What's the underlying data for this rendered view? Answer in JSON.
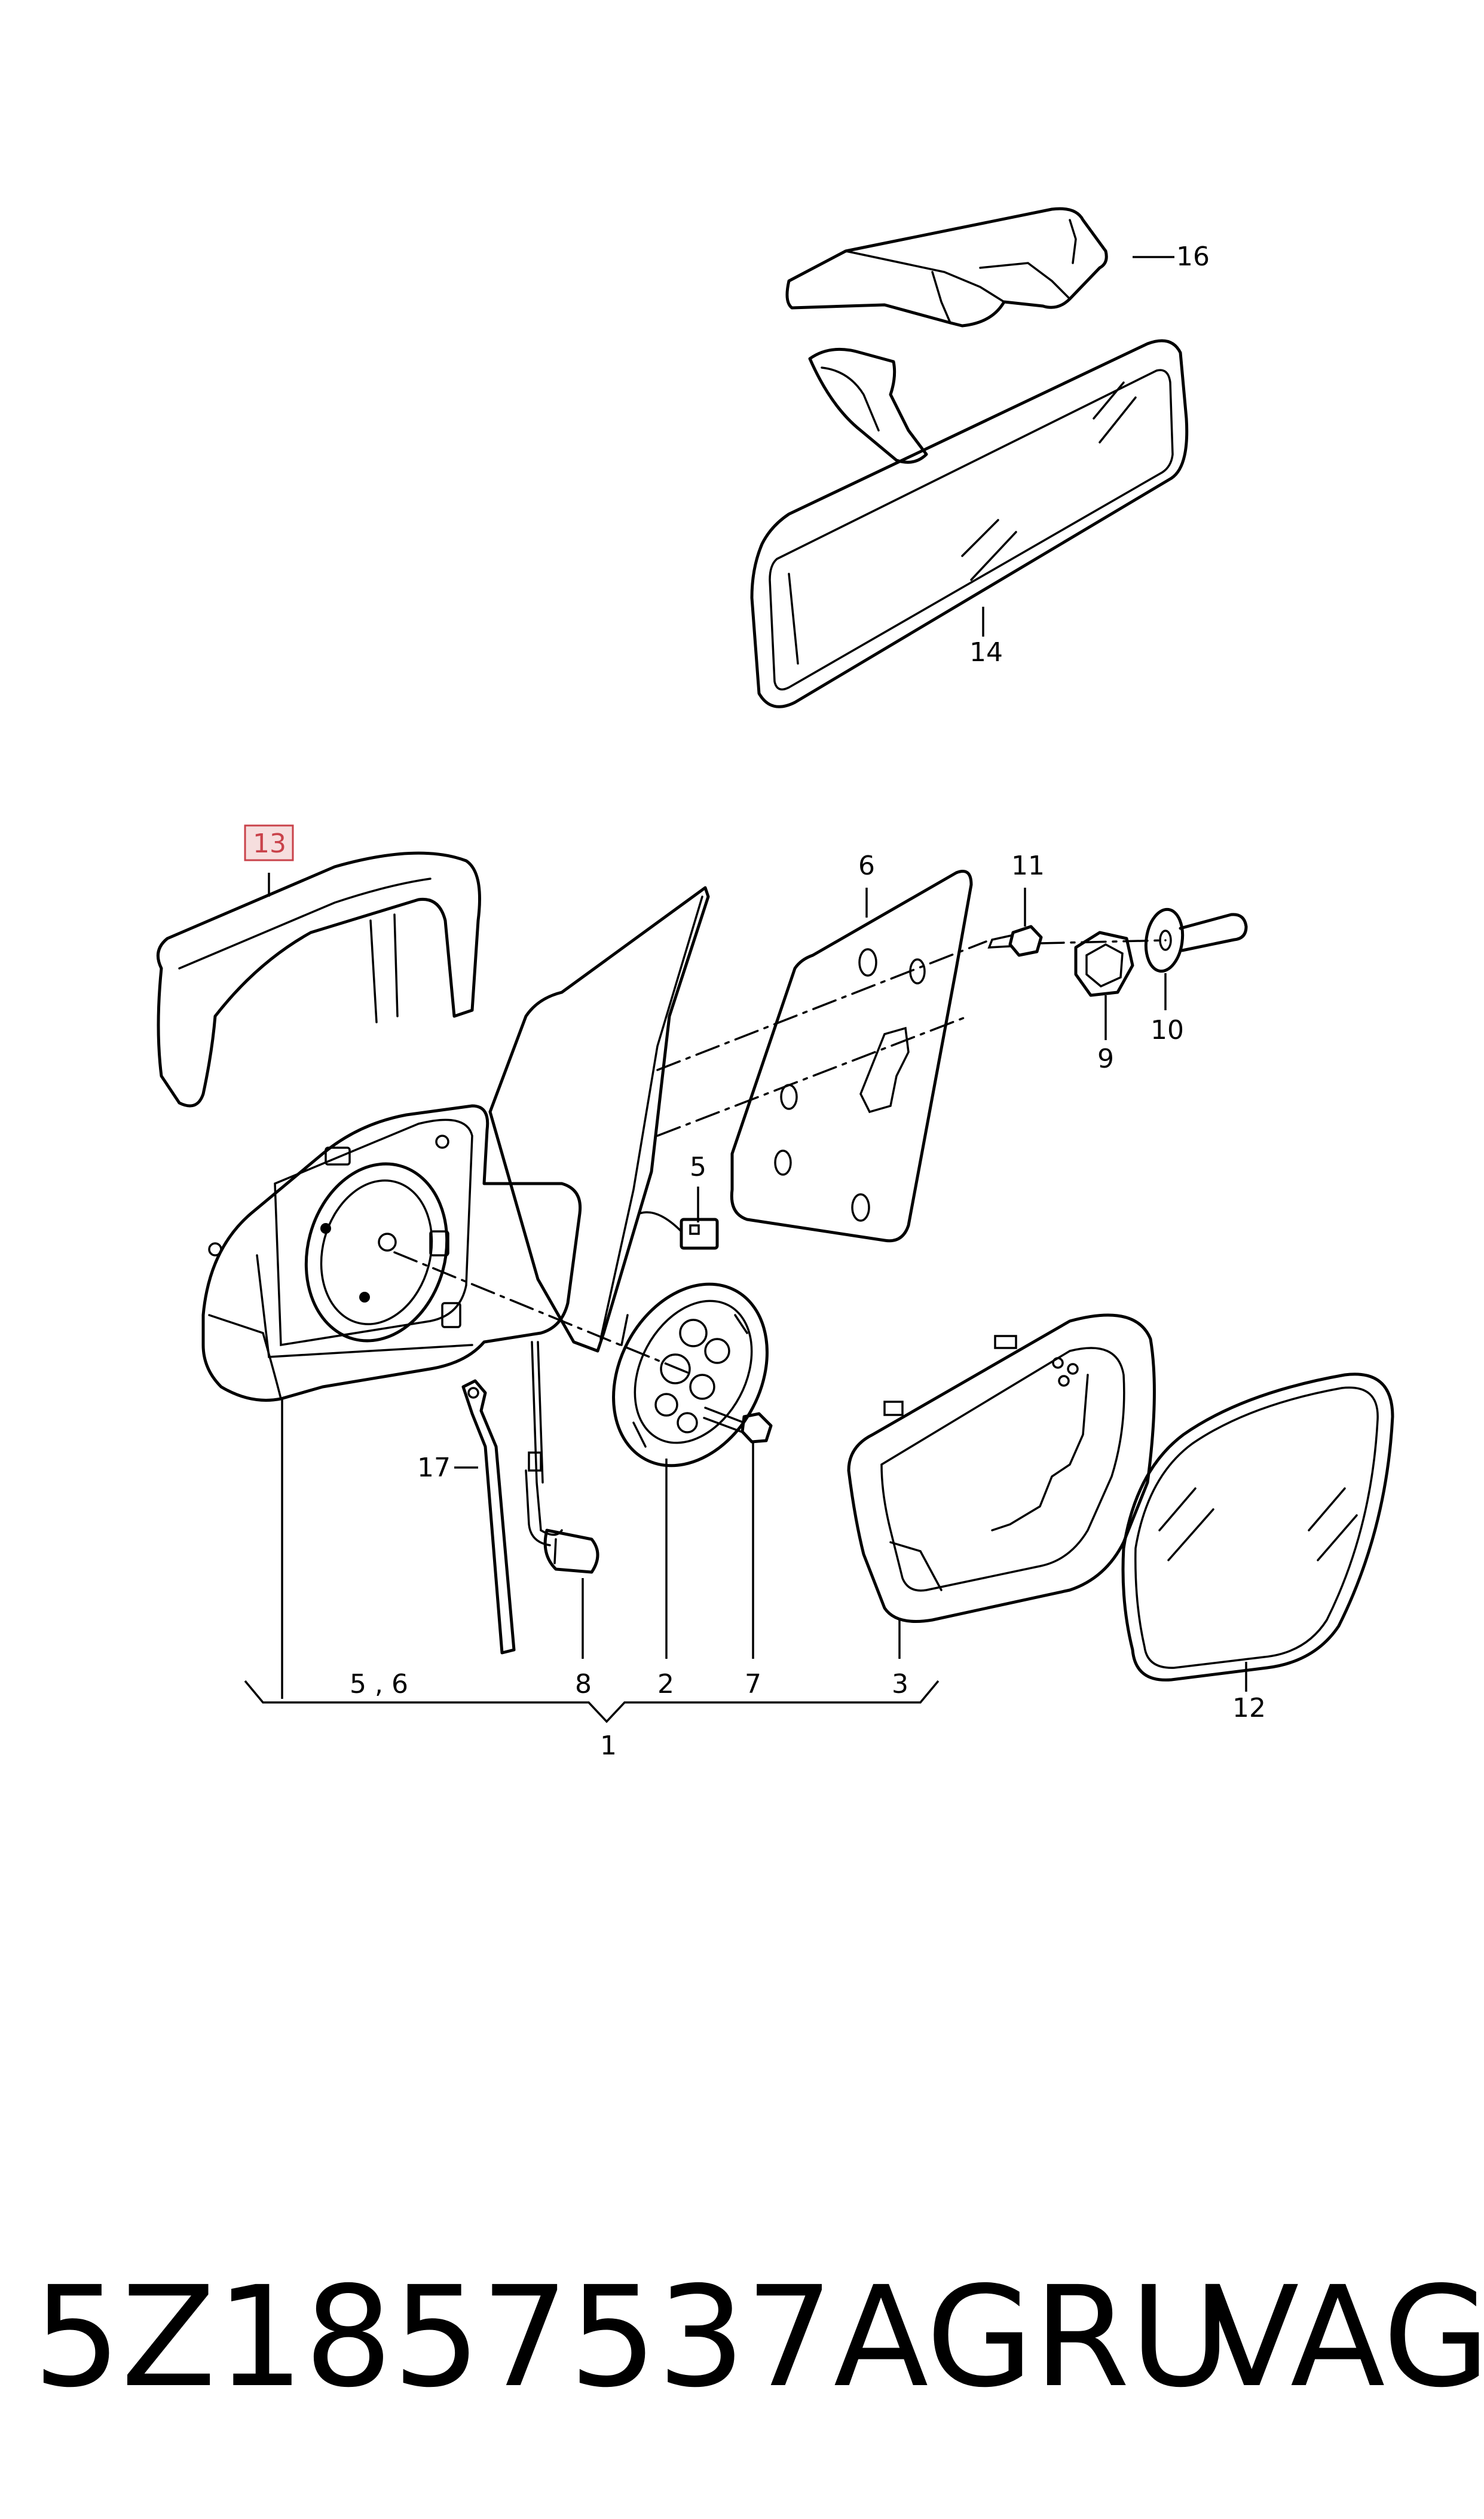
{
  "diagram": {
    "callouts": {
      "c1": "1",
      "c2": "2",
      "c3": "3",
      "c5": "5",
      "c5_6": "5 , 6",
      "c6": "6",
      "c7": "7",
      "c8": "8",
      "c9": "9",
      "c10": "10",
      "c11": "11",
      "c12": "12",
      "c13": "13",
      "c14": "14",
      "c16": "16",
      "c17": "17"
    },
    "highlighted_callout": "13",
    "highlight_color": "#c9424a"
  },
  "footer": {
    "part_number": "5Z1857537AGRU",
    "brand": "VAG"
  }
}
